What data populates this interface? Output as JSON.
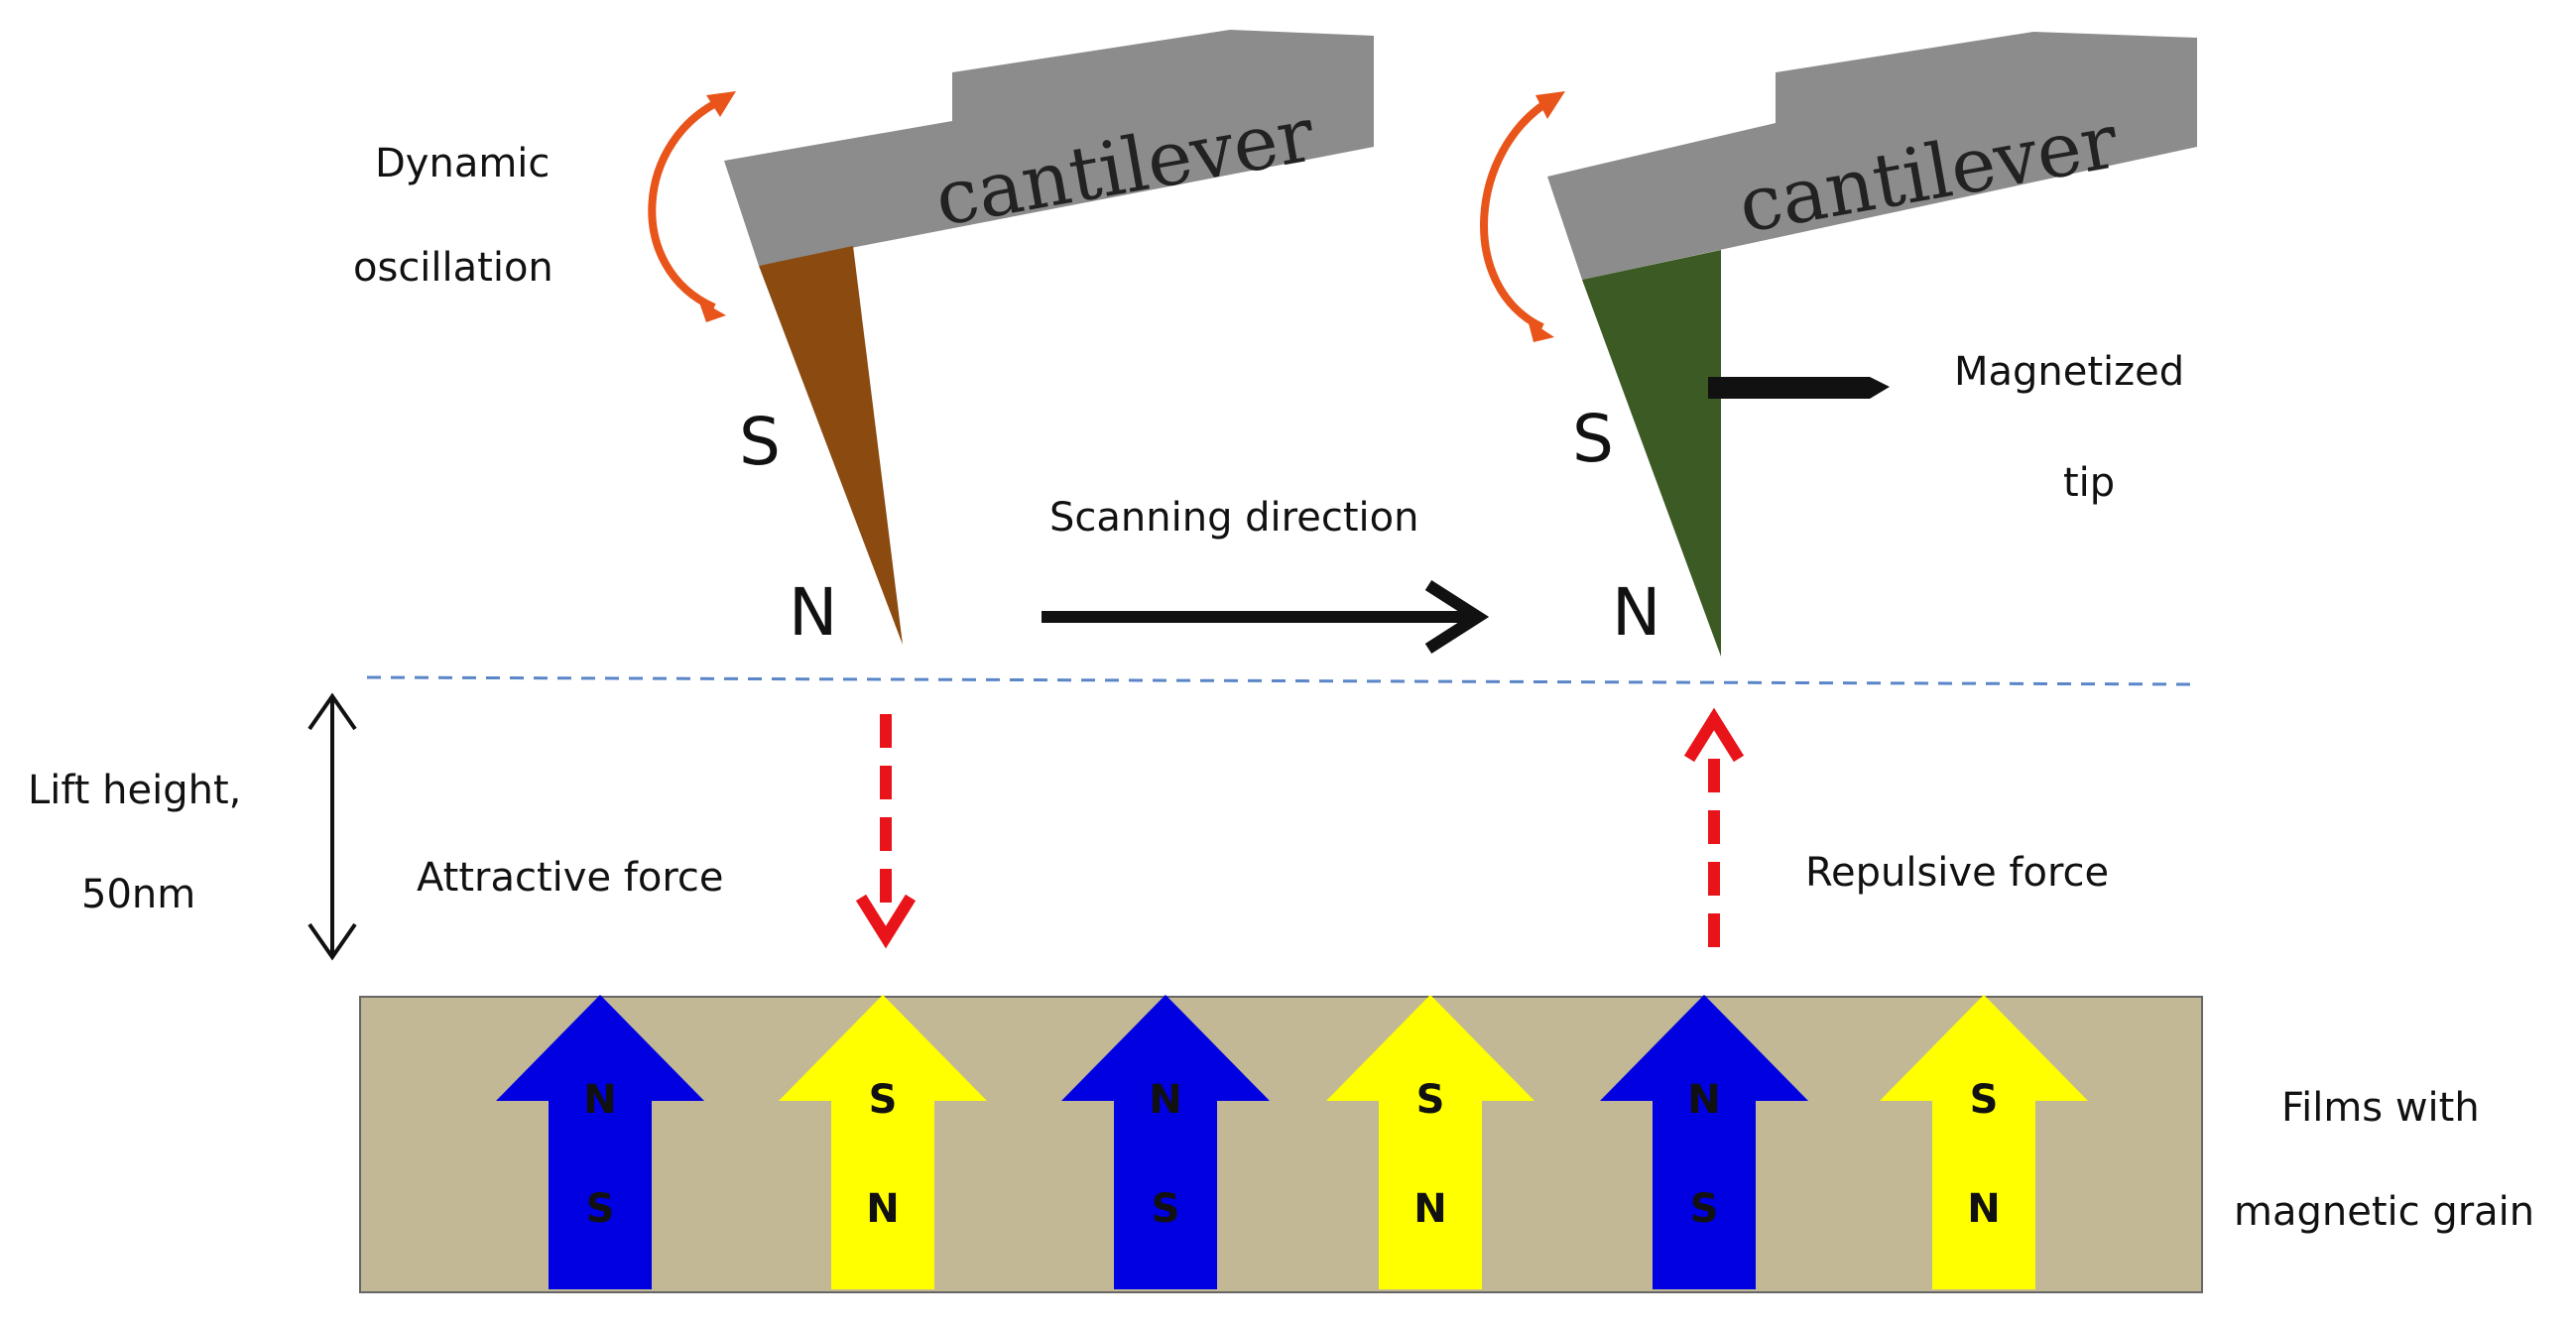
{
  "labels": {
    "dynamic": "Dynamic",
    "oscillation": "oscillation",
    "cantilever_left": "cantilever",
    "cantilever_right": "cantilever",
    "magnetized": "Magnetized",
    "tip": "tip",
    "scanning_direction": "Scanning direction",
    "lift_height": "Lift height,",
    "lift_value": "50nm",
    "attractive_force": "Attractive force",
    "repulsive_force": "Repulsive force",
    "films_with": "Films with",
    "magnetic_grain": "magnetic grain"
  },
  "tips": [
    {
      "south": "S",
      "north": "N",
      "color": "#8a4a10"
    },
    {
      "south": "S",
      "north": "N",
      "color": "#3c5a24"
    }
  ],
  "grains": [
    {
      "top": "N",
      "bottom": "S",
      "color": "#0000e0"
    },
    {
      "top": "S",
      "bottom": "N",
      "color": "#ffff00"
    },
    {
      "top": "N",
      "bottom": "S",
      "color": "#0000e0"
    },
    {
      "top": "S",
      "bottom": "N",
      "color": "#ffff00"
    },
    {
      "top": "N",
      "bottom": "S",
      "color": "#0000e0"
    },
    {
      "top": "S",
      "bottom": "N",
      "color": "#ffff00"
    }
  ],
  "colors": {
    "cantilever": "#8c8c8c",
    "film": "#c2b896",
    "force_arrow": "#e8141a",
    "oscillation_arrow": "#e8541a",
    "dashed_line": "#5a86c8"
  }
}
